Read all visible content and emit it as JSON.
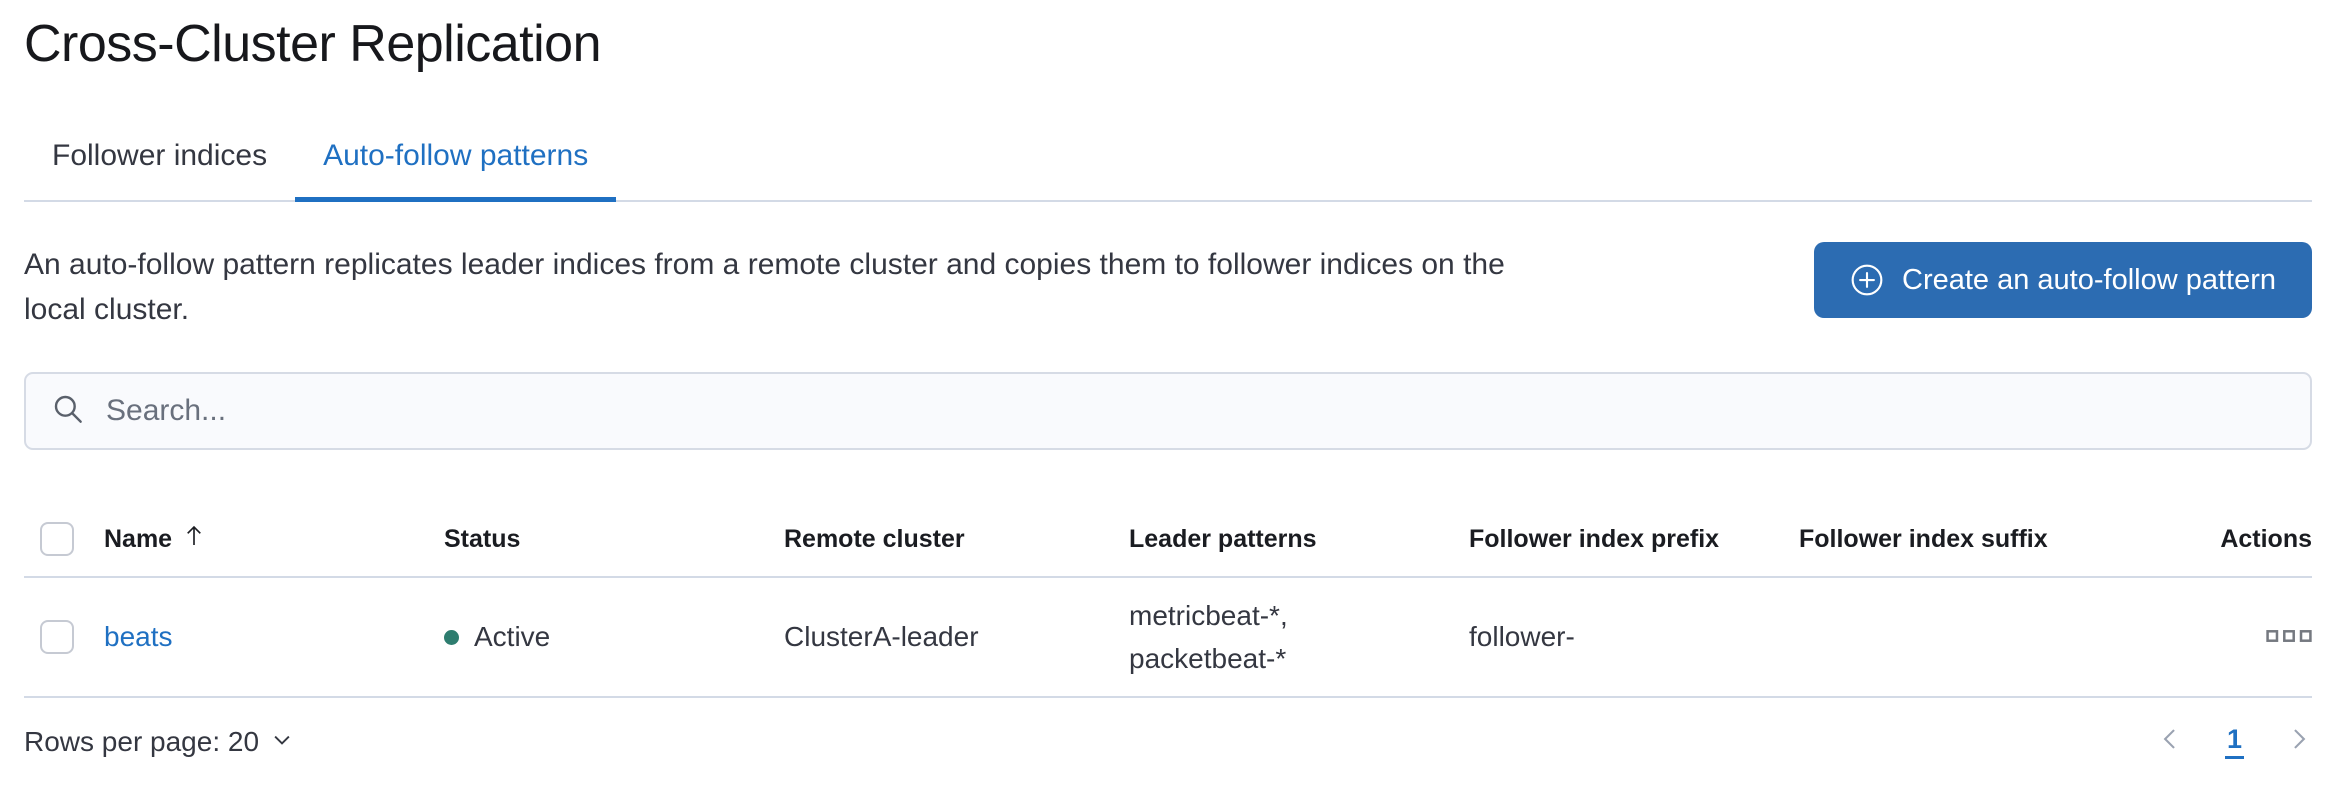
{
  "page": {
    "title": "Cross-Cluster Replication"
  },
  "tabs": [
    {
      "label": "Follower indices",
      "active": false
    },
    {
      "label": "Auto-follow patterns",
      "active": true
    }
  ],
  "description": "An auto-follow pattern replicates leader indices from a remote cluster and copies them to follower indices on the local cluster.",
  "create_button": {
    "label": "Create an auto-follow pattern",
    "icon": "plus-in-circle-icon"
  },
  "search": {
    "placeholder": "Search...",
    "value": "",
    "icon": "search-icon"
  },
  "table": {
    "headers": [
      "Name",
      "Status",
      "Remote cluster",
      "Leader patterns",
      "Follower index prefix",
      "Follower index suffix",
      "Actions"
    ],
    "sort": {
      "column": "Name",
      "direction": "ascending",
      "icon": "arrow-up-icon"
    },
    "rows": [
      {
        "name": "beats",
        "status": "Active",
        "status_color": "#2e7d6f",
        "remote_cluster": "ClusterA-leader",
        "leader_patterns": [
          "metricbeat-*,",
          "packetbeat-*"
        ],
        "follower_index_prefix": "follower-",
        "follower_index_suffix": "",
        "actions_icon": "boxes-horizontal-icon"
      }
    ]
  },
  "footer": {
    "rows_per_page_label": "Rows per page: 20",
    "rows_per_page_icon": "chevron-down-icon",
    "pagination": {
      "prev_icon": "chevron-left-icon",
      "current_page": "1",
      "next_icon": "chevron-right-icon"
    }
  },
  "colors": {
    "primary_button": "#2c6cb2",
    "link_blue": "#1f70c2",
    "active_tab_blue": "#1f70c2",
    "status_active_dot": "#2e7d6f",
    "border": "#d3dae6"
  }
}
